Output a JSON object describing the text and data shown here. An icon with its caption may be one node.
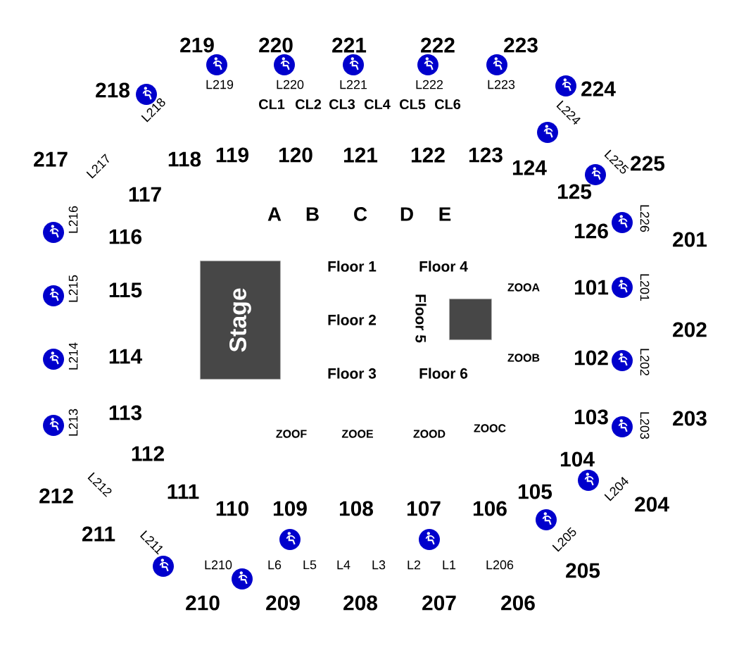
{
  "diagram": {
    "nodes": [
      {
        "text": [
          "Stage"
        ]
      },
      {
        "text": [],
        "shape": "box"
      }
    ],
    "labels": [
      "219",
      "220",
      "221",
      "222",
      "223",
      "L219",
      "L220",
      "L221",
      "L222",
      "L223",
      "CL1",
      "CL2",
      "CL3",
      "CL4",
      "CL5",
      "CL6",
      "218",
      "L218",
      "224",
      "L224",
      "217",
      "L217",
      "118",
      "119",
      "120",
      "121",
      "122",
      "123",
      "124",
      "L225",
      "225",
      "117",
      "125",
      "A",
      "B",
      "C",
      "D",
      "E",
      "L216",
      "116",
      "126",
      "L226",
      "201",
      "Floor 1",
      "Floor 4",
      "ZOOA",
      "L215",
      "115",
      "101",
      "L201",
      "Floor 2",
      "Floor 5",
      "202",
      "L214",
      "114",
      "Floor 3",
      "Floor 6",
      "ZOOB",
      "102",
      "L202",
      "L213",
      "113",
      "103",
      "L203",
      "203",
      "ZOOF",
      "ZOOE",
      "ZOOD",
      "ZOOC",
      "112",
      "104",
      "L212",
      "212",
      "111",
      "110",
      "109",
      "108",
      "107",
      "106",
      "105",
      "L204",
      "204",
      "211",
      "L211",
      "L205",
      "L210",
      "L6",
      "L5",
      "L4",
      "L3",
      "L2",
      "L1",
      "L206",
      "205",
      "210",
      "209",
      "208",
      "207",
      "206"
    ]
  }
}
